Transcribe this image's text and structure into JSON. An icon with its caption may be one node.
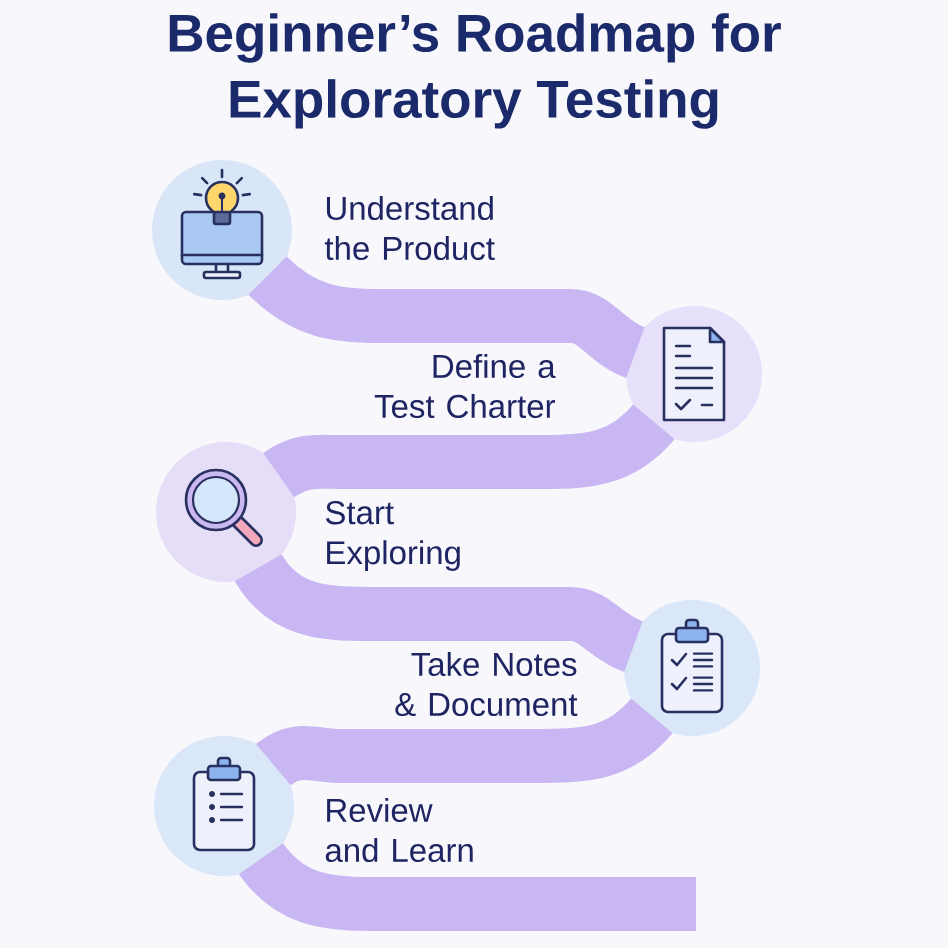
{
  "diagram": {
    "title": "Beginner’s Roadmap for Exploratory Testing",
    "nodes": [
      {
        "text": [],
        "shape": "circle",
        "beside": [
          "Understand the Product"
        ]
      },
      {
        "text": [],
        "shape": "circle",
        "beside": [
          "Define a Test Charter"
        ]
      },
      {
        "text": [],
        "shape": "circle",
        "beside": [
          "Start Exploring"
        ]
      },
      {
        "text": [],
        "shape": "circle",
        "beside": [
          "Take Notes & Document"
        ]
      },
      {
        "text": [],
        "shape": "circle",
        "beside": [
          "Review and Learn"
        ]
      }
    ],
    "edges": [
      {
        "from": 0,
        "to": 1,
        "arrow": "none"
      },
      {
        "from": 1,
        "to": 2,
        "arrow": "none"
      },
      {
        "from": 2,
        "to": 3,
        "arrow": "none"
      },
      {
        "from": 3,
        "to": 4,
        "arrow": "none"
      },
      {
        "from": 4,
        "to": null,
        "arrow": "none"
      }
    ]
  }
}
